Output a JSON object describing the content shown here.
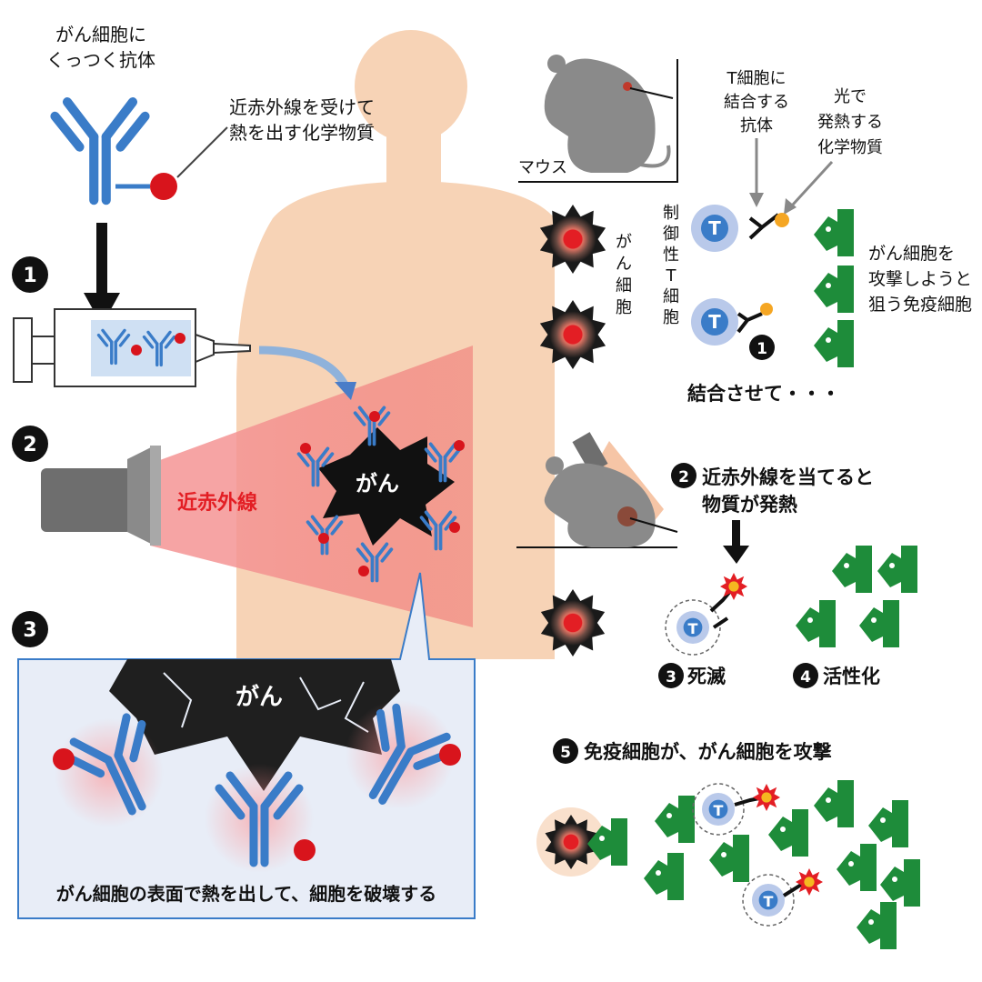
{
  "left": {
    "antibody_label_1": "がん細胞に",
    "antibody_label_2": "くっつく抗体",
    "chemical_label_1": "近赤外線を受けて",
    "chemical_label_2": "熱を出す化学物質",
    "step1": "1",
    "step2": "2",
    "step3": "3",
    "nir_label": "近赤外線",
    "cancer_label": "がん",
    "panel_cancer_label": "がん",
    "caption": "がん細胞の表面で熱を出して、細胞を破壊する"
  },
  "right": {
    "mouse_label": "マウス",
    "tcell_antibody_1": "T細胞に",
    "tcell_antibody_2": "結合する",
    "tcell_antibody_3": "抗体",
    "heat_chem_1": "光で",
    "heat_chem_2": "発熱する",
    "heat_chem_3": "化学物質",
    "cancer_cell_vertical": "がん細胞",
    "treg_vertical": "制御性T細胞",
    "tcell_letter": "T",
    "immune_1": "がん細胞を",
    "immune_2": "攻撃しようと",
    "immune_3": "狙う免疫細胞",
    "bind_num": "1",
    "bind_text": "結合させて・・・",
    "step2_num": "2",
    "step2_text_1": "近赤外線を当てると",
    "step2_text_2": "物質が発熱",
    "step3_num": "3",
    "step3_text": "死滅",
    "step4_num": "4",
    "step4_text": "活性化",
    "step5_num": "5",
    "step5_text": "免疫細胞が、がん細胞を攻撃"
  },
  "colors": {
    "antibody": "#3a7cc8",
    "chemical": "#d8141c",
    "skin": "#f7d3b6",
    "nir": "#ec6a6a",
    "immune": "#1e8c3a",
    "tcell": "#9fb6e0",
    "panel_bg": "#e8edf7",
    "mouse": "#8a8a8a"
  }
}
